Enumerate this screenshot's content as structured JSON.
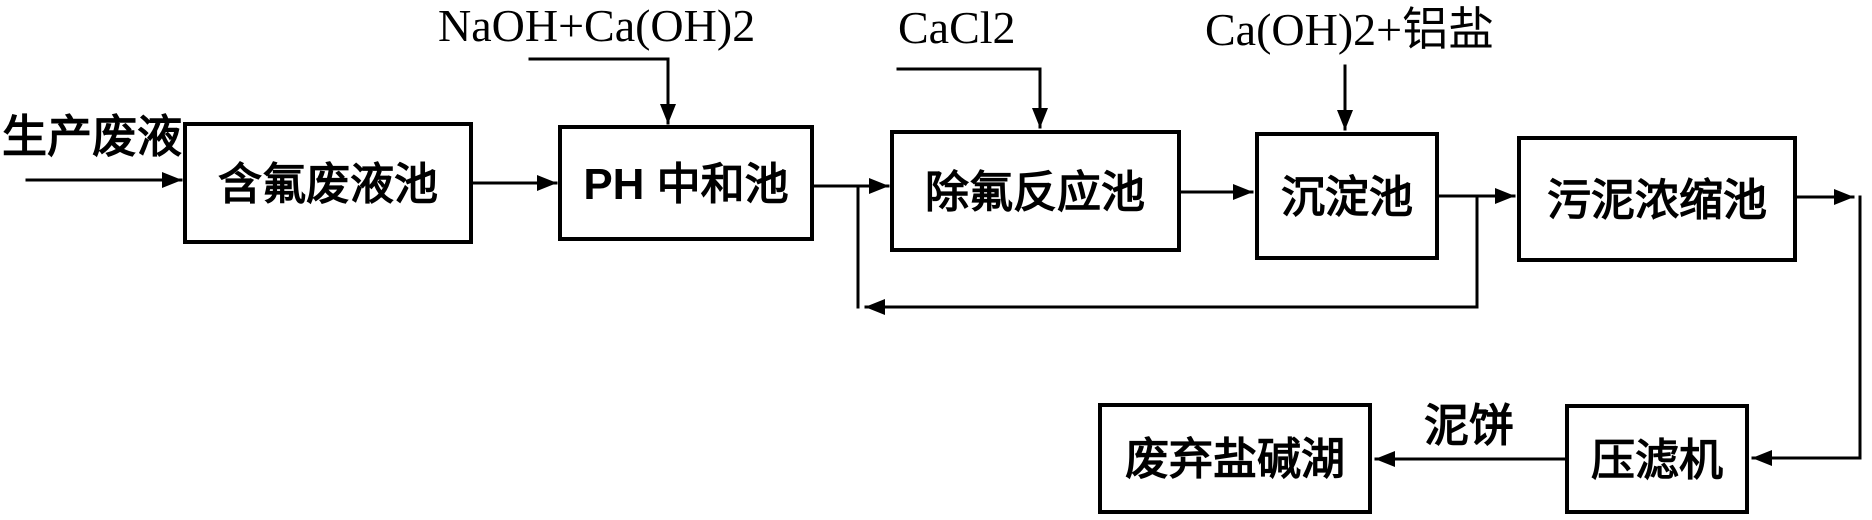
{
  "diagram": {
    "background_color": "#ffffff",
    "line_color": "#000000",
    "source_label": "生产废液",
    "nodes": [
      {
        "id": "fluoride-waste-pool",
        "label": "含氟废液池"
      },
      {
        "id": "ph-neutralization-pool",
        "label": "PH 中和池"
      },
      {
        "id": "defluorination-reaction-pool",
        "label": "除氟反应池"
      },
      {
        "id": "sedimentation-pool",
        "label": "沉淀池"
      },
      {
        "id": "sludge-thickening-pool",
        "label": "污泥浓缩池"
      },
      {
        "id": "filter-press",
        "label": "压滤机"
      },
      {
        "id": "abandoned-salt-alkali-lake",
        "label": "废弃盐碱湖"
      }
    ],
    "reagent_labels": [
      {
        "id": "naoh-caoh2",
        "label": "NaOH+Ca(OH)2",
        "target": "PH 中和池"
      },
      {
        "id": "cacl2",
        "label": "CaCl2",
        "target": "除氟反应池"
      },
      {
        "id": "caoh2-aluminum-salt",
        "label": "Ca(OH)2+铝盐",
        "target": "沉淀池"
      }
    ],
    "edge_labels": [
      {
        "id": "mud-cake",
        "label": "泥饼",
        "between": [
          "压滤机",
          "废弃盐碱湖"
        ]
      }
    ]
  }
}
